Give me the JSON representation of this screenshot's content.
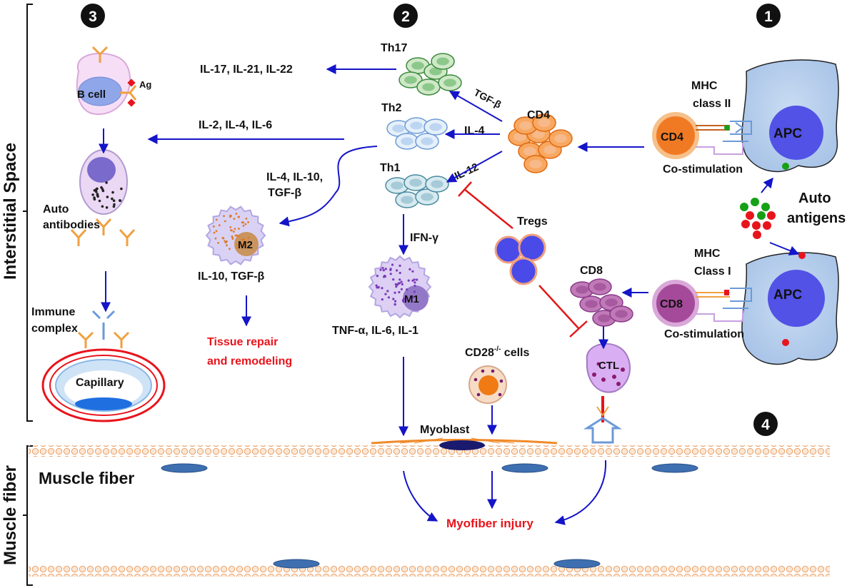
{
  "step_numbers": {
    "one": "1",
    "two": "2",
    "three": "3",
    "four": "4"
  },
  "sections": {
    "interstitial_space": "Interstitial Space",
    "muscle_fiber_side": "Muscle fiber"
  },
  "muscle_fiber_label": "Muscle fiber",
  "th17": {
    "label": "Th17",
    "cytokines": "IL-17, IL-21, IL-22"
  },
  "th2": {
    "label": "Th2",
    "cytokines": "IL-2, IL-4, IL-6",
    "to_m2": "IL-4, IL-10,",
    "to_m2_b": "TGF-β"
  },
  "th1": {
    "label": "Th1",
    "ifn": "IFN-γ"
  },
  "cd4_cluster": {
    "label": "CD4",
    "tgf": "TGF-β",
    "il4": "IL-4",
    "il12": "IL-12"
  },
  "b_cell": {
    "label": "B cell",
    "ag": "Ag"
  },
  "auto_antibodies": {
    "line1": "Auto",
    "line2": "antibodies"
  },
  "immune_complex": {
    "line1": "Immune",
    "line2": "complex"
  },
  "capillary": "Capillary",
  "m2": {
    "label": "M2",
    "cytokines": "IL-10, TGF-β"
  },
  "tissue_repair": {
    "line1": "Tissue repair",
    "line2": "and remodeling"
  },
  "m1": {
    "label": "M1",
    "cytokines": "TNF-α, IL-6, IL-1"
  },
  "tregs": "Tregs",
  "cd8_cluster": "CD8",
  "ctl": "CTL",
  "cd28": {
    "prefix": "CD28",
    "sup": "-/-",
    "suffix": " cells"
  },
  "myoblast": "Myoblast",
  "myofiber_injury": "Myofiber injury",
  "apc_top": {
    "label": "APC",
    "cd4": "CD4",
    "mhc1": "MHC",
    "mhc2": "class II",
    "costim": "Co-stimulation"
  },
  "apc_bottom": {
    "label": "APC",
    "cd8": "CD8",
    "mhc1": "MHC",
    "mhc2": "Class I",
    "costim": "Co-stimulation"
  },
  "auto_antigens": {
    "line1": "Auto",
    "line2": "antigens"
  },
  "colors": {
    "arrow": "#1414c8",
    "inhibit": "#e01a1a",
    "highlight": "#e8141c"
  }
}
